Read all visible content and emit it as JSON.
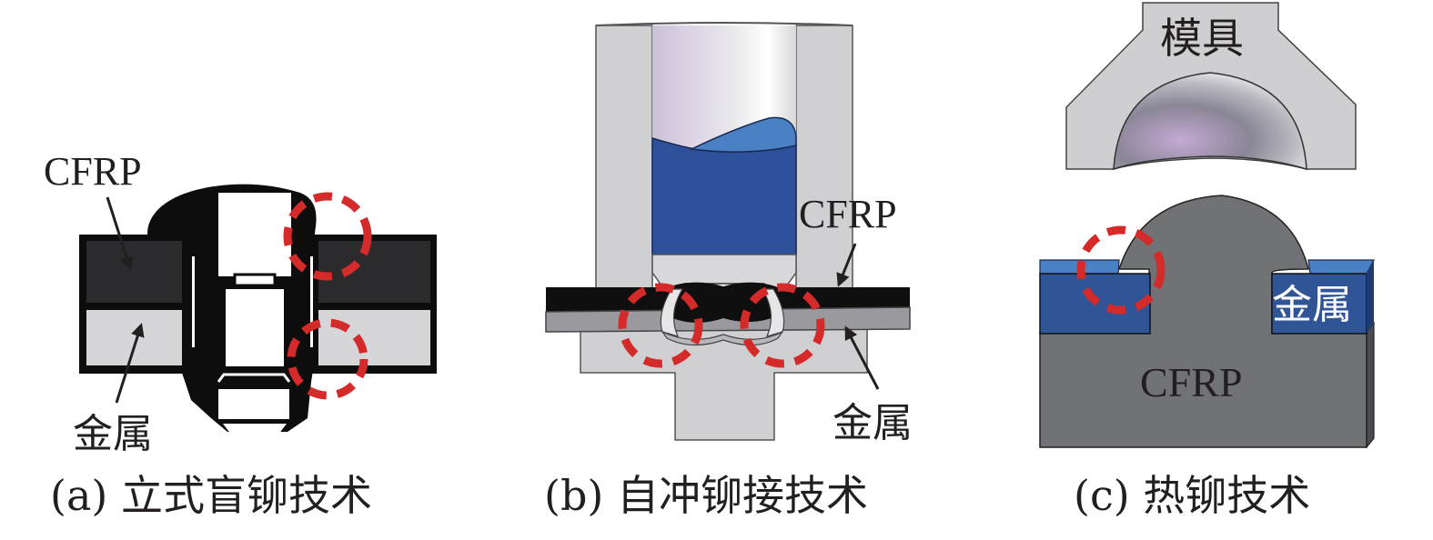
{
  "figure": {
    "panels": [
      {
        "id": "a",
        "caption": "(a) 立式盲铆技术",
        "labels": {
          "top": "CFRP",
          "bottom": "金属"
        }
      },
      {
        "id": "b",
        "caption": "(b) 自冲铆接技术",
        "labels": {
          "top": "CFRP",
          "bottom": "金属"
        }
      },
      {
        "id": "c",
        "caption": "(c) 热铆技术",
        "labels": {
          "die": "模具",
          "metal": "金属",
          "composite": "CFRP"
        }
      }
    ],
    "colors": {
      "highlight_circle": "#d42a2a",
      "cfrp_dark": "#2b2b2e",
      "metal_light": "#d6d6d8",
      "rivet_black": "#0d0d0d",
      "punch_blue": "#2e4f99",
      "punch_blue_light": "#4a80c4",
      "tool_gray": "#d0d0d2",
      "cfrp_gray": "#717276",
      "metal_blue": "#2f5597"
    }
  }
}
